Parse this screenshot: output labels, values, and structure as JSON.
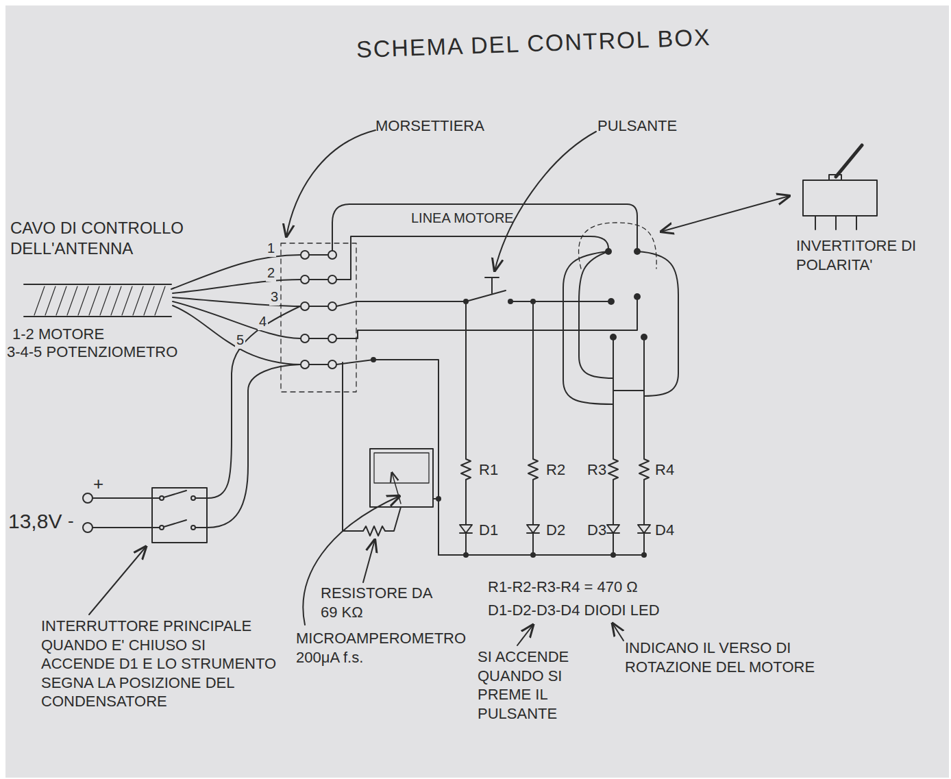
{
  "diagram": {
    "title": "SCHEMA DEL CONTROL BOX",
    "labels": [
      "MORSETTIERA",
      "PULSANTE",
      "LINEA MOTORE",
      "CAVO DI CONTROLLO DELL'ANTENNA",
      "1",
      "2",
      "3",
      "4",
      "5",
      "1-2 MOTORE",
      "3-4-5 POTENZIOMETRO",
      "+",
      "-",
      "13,8V",
      "INVERTITORE DI POLARITA'",
      "R1",
      "R2",
      "R3",
      "R4",
      "D1",
      "D2",
      "D3",
      "D4",
      "RESISTORE DA 69 KΩ",
      "MICROAMPEROMETRO 200μA f.s.",
      "R1-R2-R3-R4 = 470 Ω",
      "D1-D2-D3-D4 DIODI LED",
      "SI ACCENDE QUANDO SI PREME IL PULSANTE",
      "INDICANO IL VERSO DI ROTAZIONE DEL MOTORE",
      "INTERRUTTORE PRINCIPALE QUANDO E' CHIUSO SI ACCENDE D1 E LO STRUMENTO SEGNA LA POSIZIONE DEL CONDENSATORE"
    ]
  }
}
